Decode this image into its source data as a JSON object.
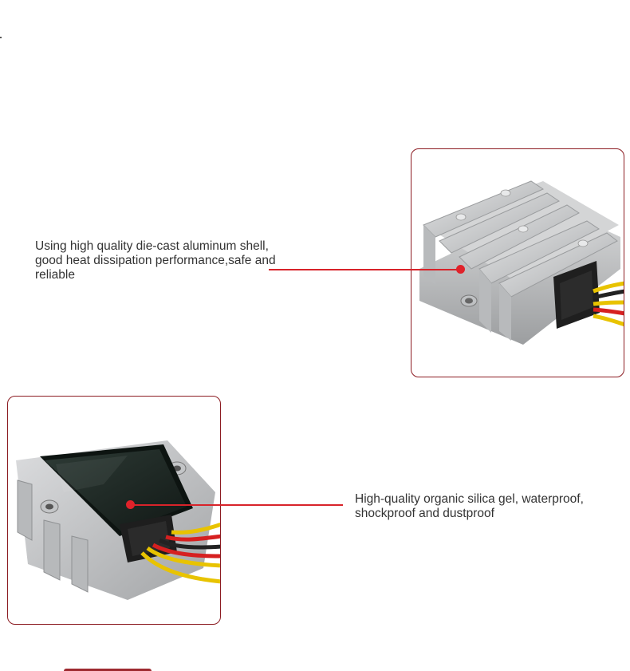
{
  "features": [
    {
      "lines": [
        "Using high quality die-cast aluminum shell,",
        "good heat dissipation performance,safe and",
        "reliable"
      ],
      "image": "aluminum-shell-photo"
    },
    {
      "lines": [
        "High-quality organic silica gel, waterproof,",
        "shockproof and dustproof"
      ],
      "image": "silica-gel-potting-photo"
    }
  ],
  "colors": {
    "frame_border": "#8c1c22",
    "callout": "#e0222a",
    "text": "#333333",
    "aluminum": "#c9cbcd",
    "potting": "#1f2a26"
  }
}
